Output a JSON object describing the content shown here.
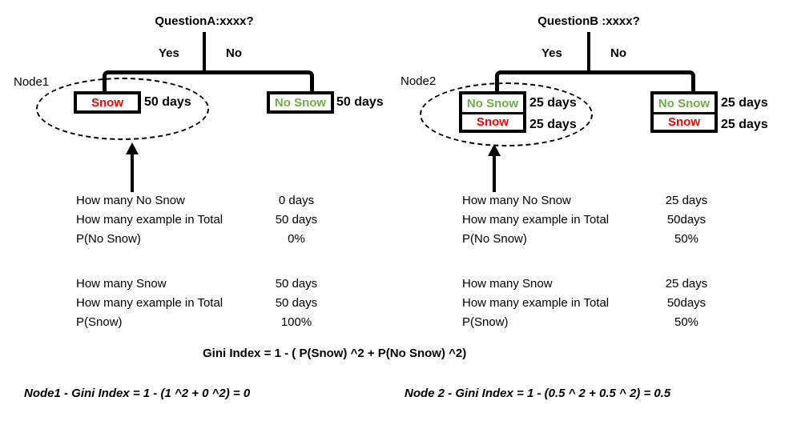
{
  "colors": {
    "snow_red": "#FF0000",
    "no_snow_green": "#70AD47",
    "line_black": "#000000"
  },
  "formula": {
    "gini_general": "Gini Index  = 1 - ( P(Snow) ^2 + P(No Snow) ^2)"
  },
  "tree_a": {
    "question": "QuestionA:xxxx?",
    "yes": "Yes",
    "no": "No",
    "node": "Node1",
    "leaf_yes": {
      "label": "Snow",
      "days": "50 days"
    },
    "leaf_no": {
      "label": "No Snow",
      "days": "50 days"
    },
    "stats": [
      {
        "label": "How many No Snow",
        "value": "0 days"
      },
      {
        "label": "How many example in Total",
        "value": "50 days"
      },
      {
        "label": "P(No Snow)",
        "value": "0%"
      },
      {
        "label": "How many Snow",
        "value": "50 days"
      },
      {
        "label": "How many example in Total",
        "value": "50 days"
      },
      {
        "label": "P(Snow)",
        "value": "100%"
      }
    ],
    "gini": "Node1 - Gini Index  = 1 - (1 ^2  + 0 ^2) = 0"
  },
  "tree_b": {
    "question": "QuestionB :xxxx?",
    "yes": "Yes",
    "no": "No",
    "node": "Node2",
    "leaf_yes": {
      "rows": [
        {
          "label": "No Snow",
          "days": "25 days"
        },
        {
          "label": "Snow",
          "days": "25 days"
        }
      ]
    },
    "leaf_no": {
      "rows": [
        {
          "label": "No Snow",
          "days": "25 days"
        },
        {
          "label": "Snow",
          "days": "25 days"
        }
      ]
    },
    "stats": [
      {
        "label": "How many No Snow",
        "value": "25 days"
      },
      {
        "label": "How many example in Total",
        "value": "50days"
      },
      {
        "label": "P(No Snow)",
        "value": "50%"
      },
      {
        "label": "How many Snow",
        "value": "25 days"
      },
      {
        "label": "How many example in Total",
        "value": "50days"
      },
      {
        "label": "P(Snow)",
        "value": "50%"
      }
    ],
    "gini": "Node 2 - Gini Index  =  1 - (0.5 ^ 2 + 0.5 ^ 2) = 0.5"
  }
}
